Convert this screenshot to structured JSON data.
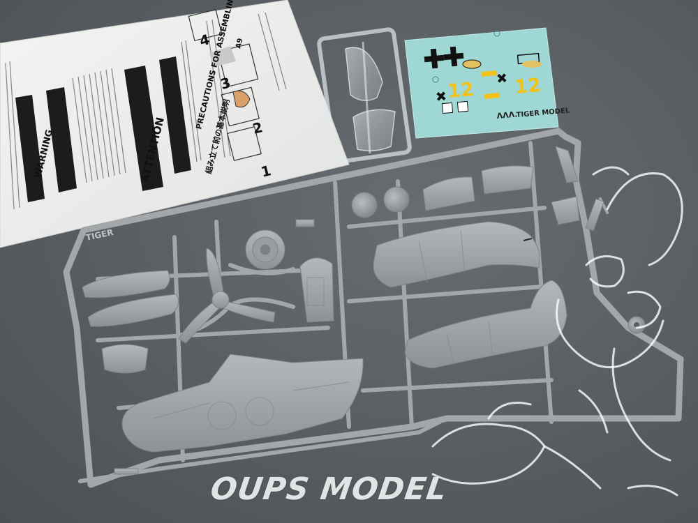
{
  "watermark": {
    "text": "OUPS MODEL"
  },
  "manual": {
    "warning": "WARNING",
    "attention": "ATTENTION",
    "precautions": "PRECAUTIONS FOR ASSEMBLING",
    "step_numbers": [
      "1",
      "2",
      "3",
      "4"
    ],
    "part_ref": "A9",
    "jp_heading": "組み立て前の基本説明"
  },
  "decal_sheet": {
    "numbers": [
      "12",
      "12"
    ],
    "brand": "TIGER MODEL"
  },
  "sprue": {
    "frame_logo": "TIGER"
  },
  "colors": {
    "plastic": "#a3a7a9",
    "decal_bg": "#9ed7d4",
    "decal_yellow": "#f2c21a",
    "background": "#545a5e"
  }
}
